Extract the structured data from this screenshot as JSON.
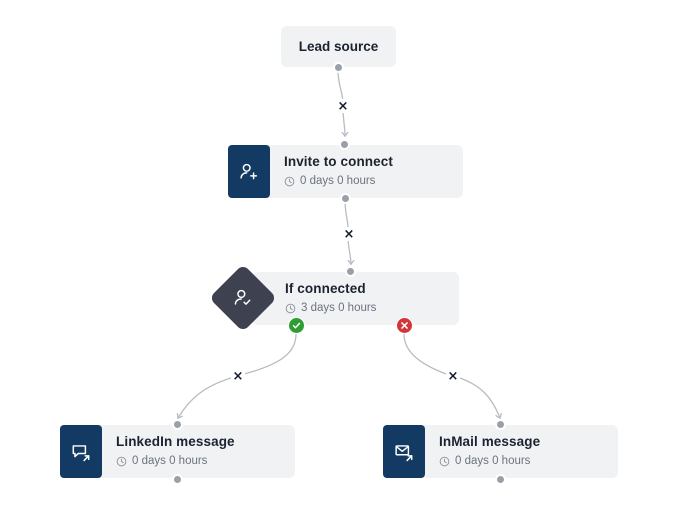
{
  "canvas": {
    "background_color": "#ffffff",
    "node_bg_color": "#f1f2f4",
    "icon_bg_color": "#133a63",
    "condition_color": "#3e4250",
    "yes_color": "#2e9e32",
    "no_color": "#d1373a",
    "handle_color": "#9aa0aa",
    "edge_color": "#b9bcc2"
  },
  "nodes": [
    {
      "id": "lead-source",
      "title": "Lead source",
      "type": "start"
    },
    {
      "id": "invite-to-connect",
      "title": "Invite to connect",
      "delay": "0 days 0 hours",
      "icon": "person-add-icon",
      "type": "action"
    },
    {
      "id": "if-connected",
      "title": "If connected",
      "delay": "3 days 0 hours",
      "icon": "person-check-icon",
      "type": "condition"
    },
    {
      "id": "linkedin-message",
      "title": "LinkedIn message",
      "delay": "0 days 0 hours",
      "icon": "chat-bubble-arrow-icon",
      "type": "action"
    },
    {
      "id": "inmail-message",
      "title": "InMail message",
      "delay": "0 days 0 hours",
      "icon": "envelope-arrow-icon",
      "type": "action"
    }
  ],
  "edges": [
    {
      "id": "edge-lead-to-invite",
      "from": "lead-source",
      "to": "invite-to-connect",
      "remove_label": "×"
    },
    {
      "id": "edge-invite-to-condition",
      "from": "invite-to-connect",
      "to": "if-connected",
      "remove_label": "×"
    },
    {
      "id": "edge-yes-to-linkedin",
      "from": "if-connected",
      "to": "linkedin-message",
      "branch": "yes",
      "remove_label": "×"
    },
    {
      "id": "edge-no-to-inmail",
      "from": "if-connected",
      "to": "inmail-message",
      "branch": "no",
      "remove_label": "×"
    }
  ],
  "badges": {
    "yes_label": "✓",
    "no_label": "✕"
  }
}
